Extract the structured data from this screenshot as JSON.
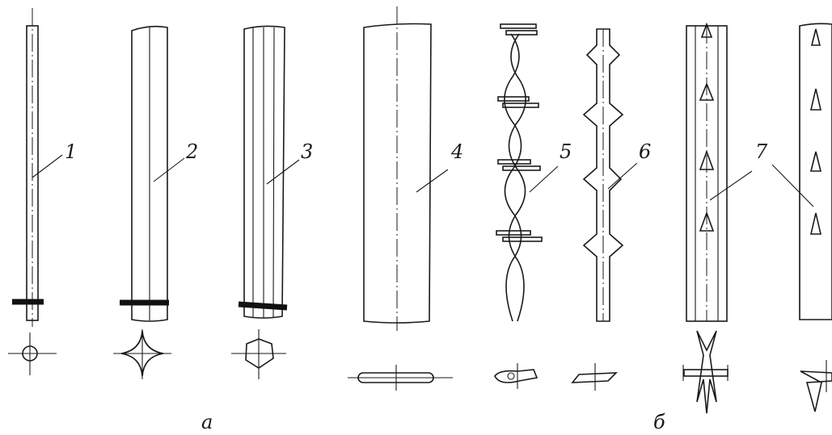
{
  "labels": {
    "item_1": "1",
    "item_2": "2",
    "item_3": "3",
    "item_4": "4",
    "item_5": "5",
    "item_6": "6",
    "item_7": "7"
  },
  "captions": {
    "group_a": "а",
    "group_b": "б"
  }
}
